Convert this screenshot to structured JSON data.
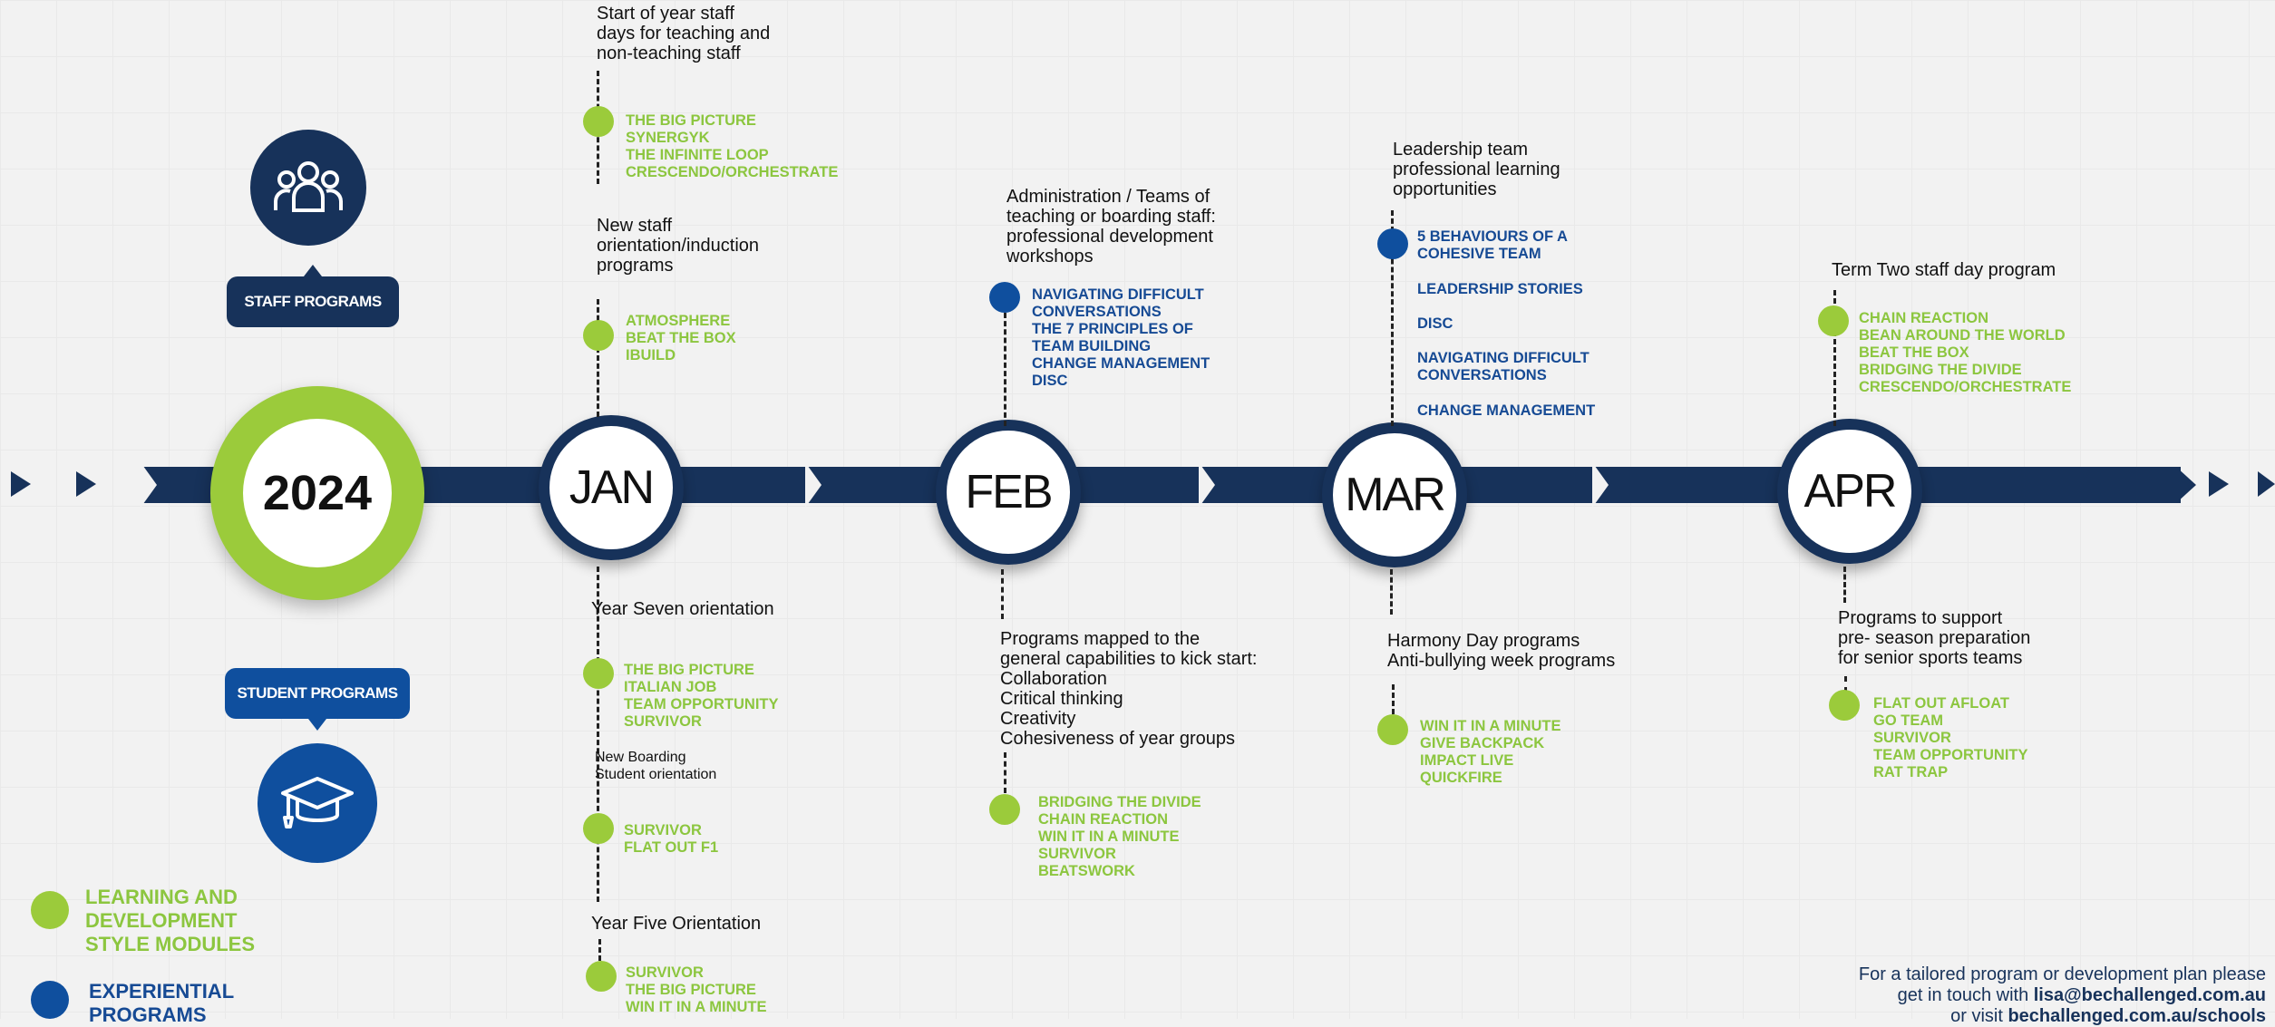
{
  "year": "2024",
  "headers": {
    "staff": "STAFF PROGRAMS",
    "student": "STUDENT PROGRAMS"
  },
  "months": [
    "JAN",
    "FEB",
    "MAR",
    "APR"
  ],
  "jan": {
    "staff1_desc": [
      "Start of year staff",
      "days for teaching and",
      "non-teaching staff"
    ],
    "staff1_modules": [
      "THE BIG PICTURE",
      "SYNERGYK",
      "THE INFINITE LOOP",
      "CRESCENDO/ORCHESTRATE"
    ],
    "staff2_desc": [
      "New staff",
      "orientation/induction",
      "programs"
    ],
    "staff2_modules": [
      "ATMOSPHERE",
      "BEAT THE BOX",
      "IBUILD"
    ],
    "student1_desc": [
      "Year Seven orientation"
    ],
    "student1_modules": [
      "THE BIG PICTURE",
      "ITALIAN JOB",
      "TEAM OPPORTUNITY",
      "SURVIVOR"
    ],
    "student2_desc": [
      "New Boarding",
      "Student orientation"
    ],
    "student2_modules": [
      "SURVIVOR",
      "FLAT OUT F1"
    ],
    "student3_desc": [
      "Year Five Orientation"
    ],
    "student3_modules": [
      "SURVIVOR",
      "THE BIG PICTURE",
      "WIN IT IN A MINUTE"
    ]
  },
  "feb": {
    "staff_desc": [
      "Administration / Teams of",
      "teaching or boarding staff:",
      "professional development",
      "workshops"
    ],
    "staff_modules": [
      "NAVIGATING DIFFICULT",
      "CONVERSATIONS",
      "THE 7 PRINCIPLES OF",
      "TEAM BUILDING",
      "CHANGE MANAGEMENT",
      "DISC"
    ],
    "student_desc": [
      "Programs mapped to the",
      "general capabilities to kick start:",
      "Collaboration",
      "Critical thinking",
      "Creativity",
      "Cohesiveness of year groups"
    ],
    "student_modules": [
      "BRIDGING THE DIVIDE",
      "CHAIN REACTION",
      "WIN IT IN A MINUTE",
      "SURVIVOR",
      "BEATSWORK"
    ]
  },
  "mar": {
    "staff_desc": [
      "Leadership team",
      "professional learning",
      "opportunities"
    ],
    "staff_modules_a": [
      "5 BEHAVIOURS OF A",
      "COHESIVE TEAM"
    ],
    "staff_modules_b": [
      "LEADERSHIP STORIES"
    ],
    "staff_modules_c": [
      "DISC"
    ],
    "staff_modules_d": [
      "NAVIGATING DIFFICULT",
      "CONVERSATIONS"
    ],
    "staff_modules_e": [
      "CHANGE MANAGEMENT"
    ],
    "student_desc": [
      "Harmony Day programs",
      "Anti-bullying week programs"
    ],
    "student_modules": [
      "WIN IT IN A MINUTE",
      "GIVE BACKPACK",
      "IMPACT LIVE",
      "QUICKFIRE"
    ]
  },
  "apr": {
    "staff_desc": [
      "Term Two staff day program"
    ],
    "staff_modules": [
      "CHAIN REACTION",
      "BEAN AROUND THE WORLD",
      "BEAT THE BOX",
      "BRIDGING THE DIVIDE",
      "CRESCENDO/ORCHESTRATE"
    ],
    "student_desc": [
      "Programs to support",
      "pre- season preparation",
      "for senior sports teams"
    ],
    "student_modules": [
      "FLAT OUT AFLOAT",
      "GO TEAM",
      "SURVIVOR",
      "TEAM OPPORTUNITY",
      "RAT TRAP"
    ]
  },
  "legend": {
    "green": [
      "LEARNING AND",
      "DEVELOPMENT",
      "STYLE MODULES"
    ],
    "blue": [
      "EXPERIENTIAL",
      "PROGRAMS"
    ]
  },
  "contact": {
    "line1": "For a tailored program or development plan please",
    "line2_prefix": "get in touch with ",
    "email": "lisa@bechallenged.com.au",
    "line3_prefix": "or visit ",
    "url": "bechallenged.com.au/schools"
  },
  "colors": {
    "navy": "#17325a",
    "green": "#9bcb3b",
    "blue": "#0f4f9e"
  },
  "icons": {
    "staff": "people-group-icon",
    "student": "graduation-cap-icon"
  }
}
